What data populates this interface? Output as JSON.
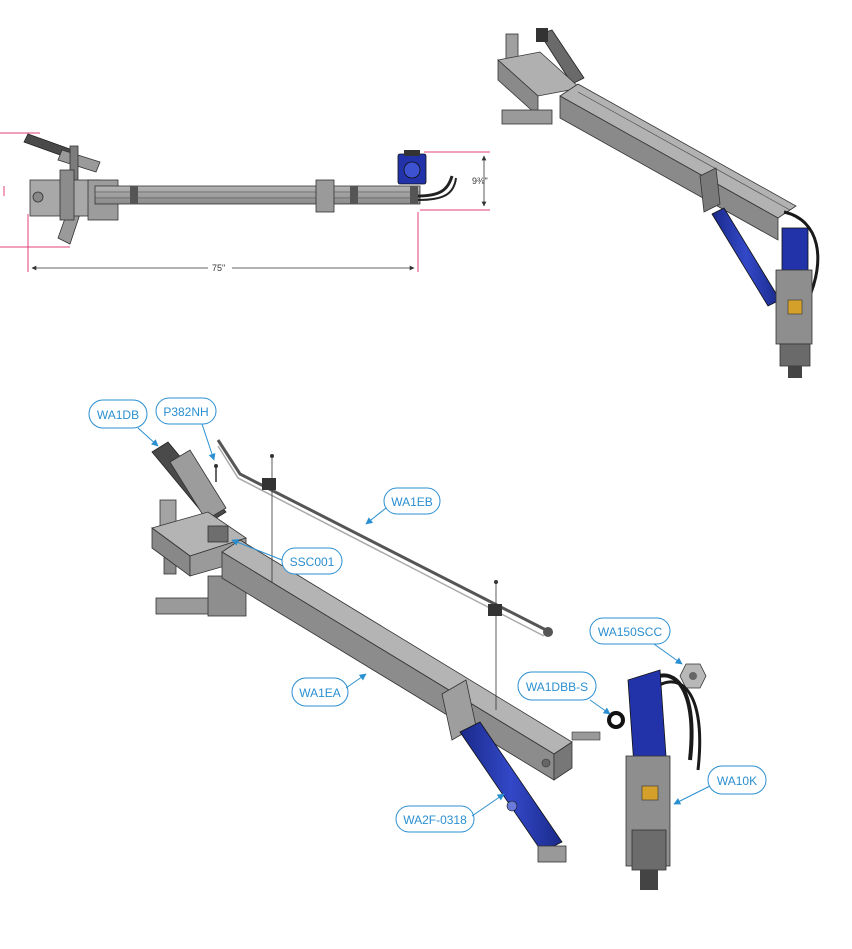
{
  "dimensions": {
    "length": "75\"",
    "height": "9⅜\""
  },
  "callouts": {
    "wa1db": "WA1DB",
    "p382nh": "P382NH",
    "wa1eb": "WA1EB",
    "ssc001": "SSC001",
    "wa1ea": "WA1EA",
    "wa150scc": "WA150SCC",
    "wa1dbb_s": "WA1DBB-S",
    "wa10k": "WA10K",
    "wa2f_0318": "WA2F-0318"
  },
  "colors": {
    "callout": "#2a8fd0",
    "dimension_line": "#e0407a",
    "steel": "#8d8d8d",
    "steel_dark": "#555555",
    "hydraulic_blue": "#2233aa"
  }
}
